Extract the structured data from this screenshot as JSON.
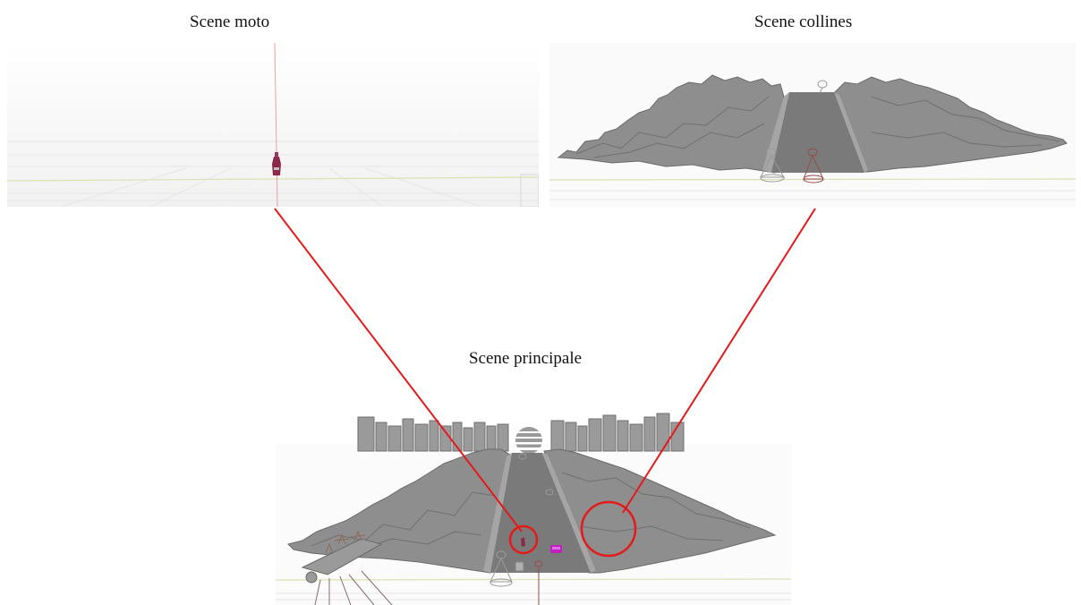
{
  "panels": {
    "moto": {
      "title": "Scene moto"
    },
    "hills": {
      "title": "Scene collines"
    },
    "main": {
      "title": "Scene principale"
    }
  },
  "colors": {
    "callout": "#e41a1a",
    "terrain": "#8c8c8c",
    "terrain_dark": "#6e6e6e",
    "road": "#7a7a7a",
    "grid": "#e4e4e4",
    "moto": "#8a2a4a",
    "car": "#c21ec2"
  },
  "icons": {
    "moto": "motorcycle-model-icon",
    "car": "car-model-icon",
    "sun": "striped-sun-icon",
    "camera": "camera-frustum-icon"
  }
}
